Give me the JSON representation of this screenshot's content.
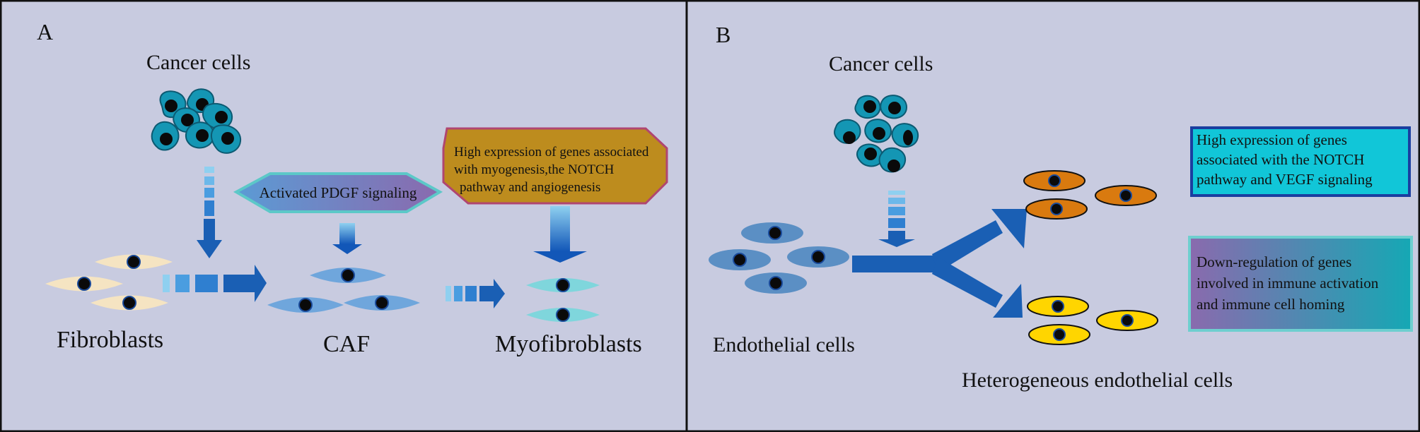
{
  "panel_a": {
    "letter": "A",
    "cancer_label": "Cancer cells",
    "fibroblast_label": "Fibroblasts",
    "caf_label": "CAF",
    "myofibroblast_label": "Myofibroblasts",
    "pdgf_box": "Activated PDGF signaling",
    "genes_box": [
      "High expression of genes associated",
      "with myogenesis,the NOTCH",
      "pathway and angiogenesis"
    ]
  },
  "panel_b": {
    "letter": "B",
    "cancer_label": "Cancer cells",
    "endothelial_label": "Endothelial cells",
    "hetero_label": "Heterogeneous endothelial cells",
    "notch_box": [
      "High expression of genes",
      "associated with the NOTCH",
      "pathway and VEGF signaling"
    ],
    "immune_box": [
      "Down-regulation of genes",
      "involved in immune activation",
      "and immune cell homing"
    ]
  },
  "colors": {
    "background": "#c8cbe0",
    "cancer_cell": "#1496b4",
    "fibroblast": "#f5e4c2",
    "caf": "#6fa6dc",
    "myofibroblast": "#7fd6dc",
    "endothelial": "#5b8fc4",
    "orange_cell": "#d97a0f",
    "yellow_cell": "#ffd500",
    "arrow": "#1a5fb4",
    "genes_box": "#bd8c1e",
    "notch_box": "#11c6d8"
  }
}
